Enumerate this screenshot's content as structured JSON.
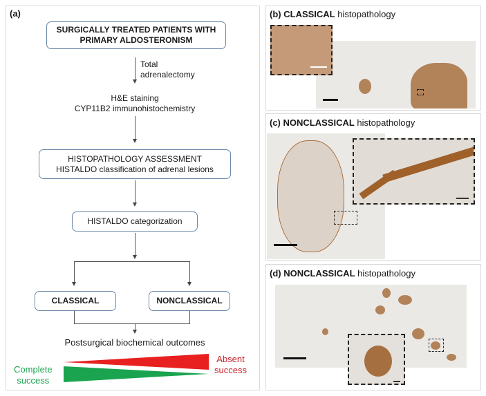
{
  "panel_a": {
    "label": "(a)",
    "start_box": [
      "SURGICALLY TREATED PATIENTS WITH",
      "PRIMARY ALDOSTERONISM"
    ],
    "step1_label": [
      "Total",
      "adrenalectomy"
    ],
    "step2_text": [
      "H&E staining",
      "CYP11B2 immunohistochemistry"
    ],
    "assessment_box": [
      "HISTOPATHOLOGY ASSESSMENT",
      "HISTALDO classification of adrenal lesions"
    ],
    "categorization_box": "HISTALDO categorization",
    "classical_box": "CLASSICAL",
    "nonclassical_box": "NONCLASSICAL",
    "outcomes_text": "Postsurgical biochemical outcomes",
    "complete_success": [
      "Complete",
      "success"
    ],
    "absent_success": [
      "Absent",
      "success"
    ],
    "colors": {
      "green": "#1aa44f",
      "red": "#e82020",
      "absent_text": "#c8232c",
      "complete_text": "#1aa44f"
    }
  },
  "panel_b": {
    "letter": "(b)",
    "bold": "CLASSICAL",
    "rest": " histopathology"
  },
  "panel_c": {
    "letter": "(c)",
    "bold": "NONCLASSICAL",
    "rest": " histopathology"
  },
  "panel_d": {
    "letter": "(d)",
    "bold": "NONCLASSICAL",
    "rest": " histopathology"
  }
}
